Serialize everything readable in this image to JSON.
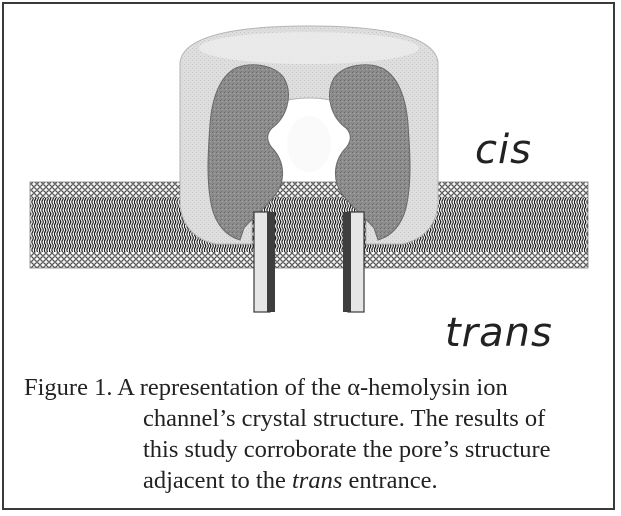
{
  "labels": {
    "cis": "cis",
    "trans": "trans"
  },
  "caption": {
    "line1": "Figure 1. A representation of the α-hemolysin ion",
    "line2": "channel’s crystal structure. The results of",
    "line3": "this study corroborate the pore’s structure",
    "line4_before": "adjacent to the ",
    "line4_emph": "trans",
    "line4_after": " entrance."
  },
  "colors": {
    "border": "#3a3a3a",
    "membrane_light": "#ececec",
    "membrane_dark": "#2e2e2e",
    "cap_outer": "#d8d8d8",
    "lobe": "#8a8a8a",
    "stem": "#6e6e6e"
  }
}
